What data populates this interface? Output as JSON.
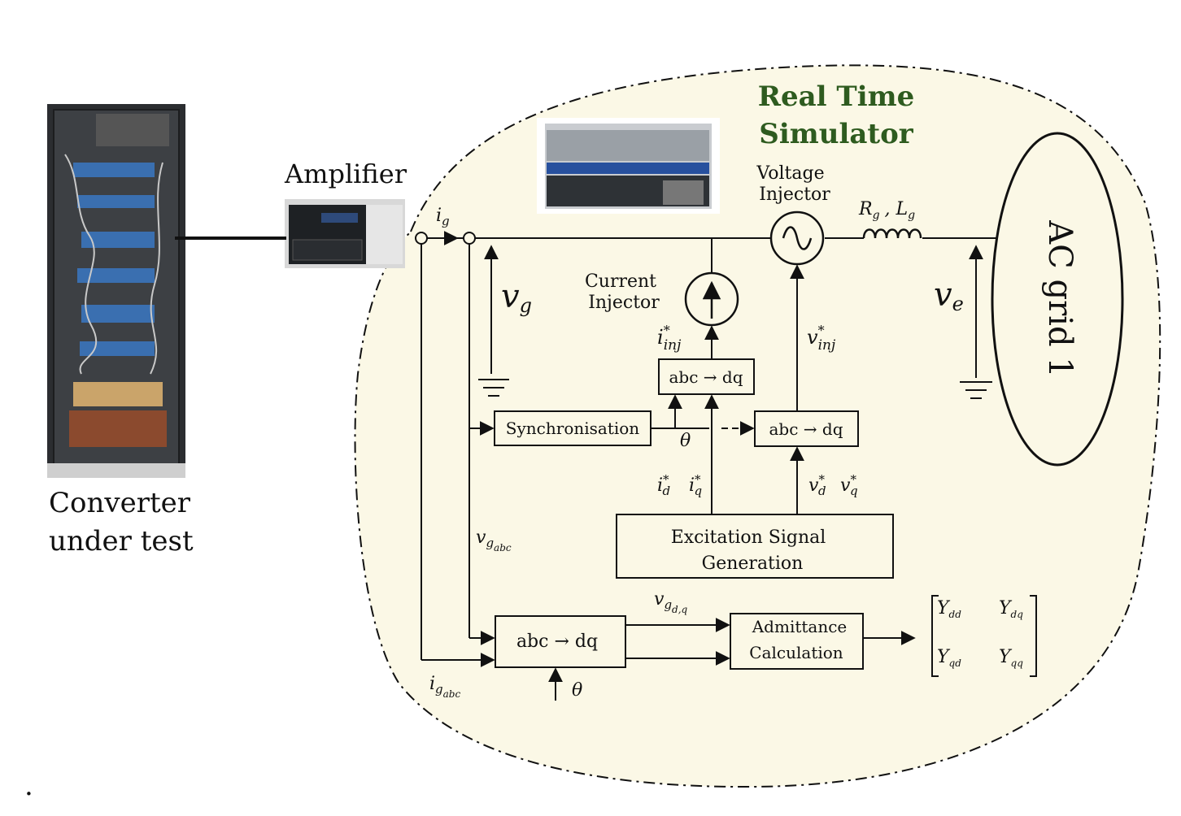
{
  "labels": {
    "converter_line1": "Converter",
    "converter_line2": "under test",
    "amplifier": "Amplifier",
    "rts_line1": "Real Time",
    "rts_line2": "Simulator",
    "voltage_injector_line1": "Voltage",
    "voltage_injector_line2": "Injector",
    "current_injector_line1": "Current",
    "current_injector_line2": "Injector",
    "ac_grid": "AC grid 1",
    "ig": "i",
    "ig_sub": "g",
    "vg": "v",
    "vg_sub": "g",
    "ve": "v",
    "ve_sub": "e",
    "rg": "R",
    "rg_sub": "g",
    "lg": ", L",
    "lg_sub": "g",
    "i_inj": "i",
    "i_inj_sup": "*",
    "i_inj_sub": "inj",
    "v_inj": "v",
    "v_inj_sup": "*",
    "v_inj_sub": "inj",
    "theta1": "θ",
    "theta2": "θ",
    "id": "i",
    "id_sup": "*",
    "id_sub": "d",
    "iq": "i",
    "iq_sup": "*",
    "iq_sub": "q",
    "vd": "v",
    "vd_sup": "*",
    "vd_sub": "d",
    "vq": "v",
    "vq_sup": "*",
    "vq_sub": "q",
    "vgabc": "v",
    "vgabc_sub": "g",
    "vgabc_subsub": "abc",
    "igabc": "i",
    "igabc_sub": "g",
    "igabc_subsub": "abc",
    "vgdq": "v",
    "vgdq_sub": "g",
    "vgdq_subsub": "d,q",
    "dot": "."
  },
  "blocks": {
    "abc_dq_top": "abc → dq",
    "abc_dq_right": "abc → dq",
    "abc_dq_bottom": "abc → dq",
    "synchronisation": "Synchronisation",
    "excitation_line1": "Excitation Signal",
    "excitation_line2": "Generation",
    "admittance_line1": "Admittance",
    "admittance_line2": "Calculation"
  },
  "matrix": {
    "ydd": "Y",
    "ydd_sub": "dd",
    "ydq": "Y",
    "ydq_sub": "dq",
    "yqd": "Y",
    "yqd_sub": "qd",
    "yqq": "Y",
    "yqq_sub": "qq"
  },
  "colors": {
    "simulator_fill": "#fbf8e6",
    "title_green": "#2e5b1f",
    "line": "#111111"
  }
}
